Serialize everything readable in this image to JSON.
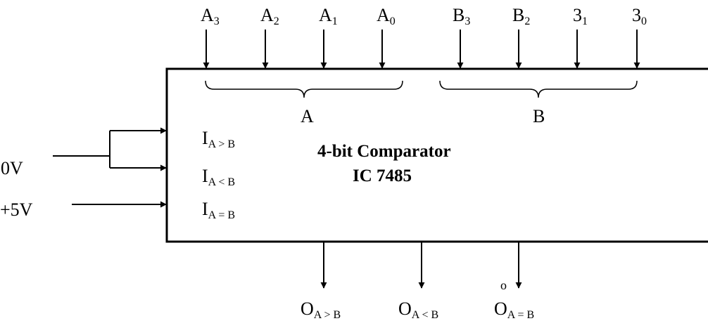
{
  "chip": {
    "title_line1": "4-bit Comparator",
    "title_line2": "IC 7485"
  },
  "inputs_a": {
    "group_label": "A",
    "pins": [
      {
        "main": "A",
        "sub": "3"
      },
      {
        "main": "A",
        "sub": "2"
      },
      {
        "main": "A",
        "sub": "1"
      },
      {
        "main": "A",
        "sub": "0"
      }
    ]
  },
  "inputs_b": {
    "group_label": "B",
    "pins": [
      {
        "main": "B",
        "sub": "3"
      },
      {
        "main": "B",
        "sub": "2"
      },
      {
        "main": "3",
        "sub": "1"
      },
      {
        "main": "3",
        "sub": "0"
      }
    ]
  },
  "cascade_inputs": [
    {
      "main": "I",
      "sub": "A > B"
    },
    {
      "main": "I",
      "sub": "A < B"
    },
    {
      "main": "I",
      "sub": "A = B"
    }
  ],
  "sources": {
    "zero_volt": "0V",
    "plus_five": "+5V"
  },
  "outputs": [
    {
      "main": "O",
      "sub": "A > B"
    },
    {
      "main": "O",
      "sub": "A < B"
    },
    {
      "main": "O",
      "sub": "A = B"
    }
  ],
  "marks": {
    "small_circle": "o"
  }
}
